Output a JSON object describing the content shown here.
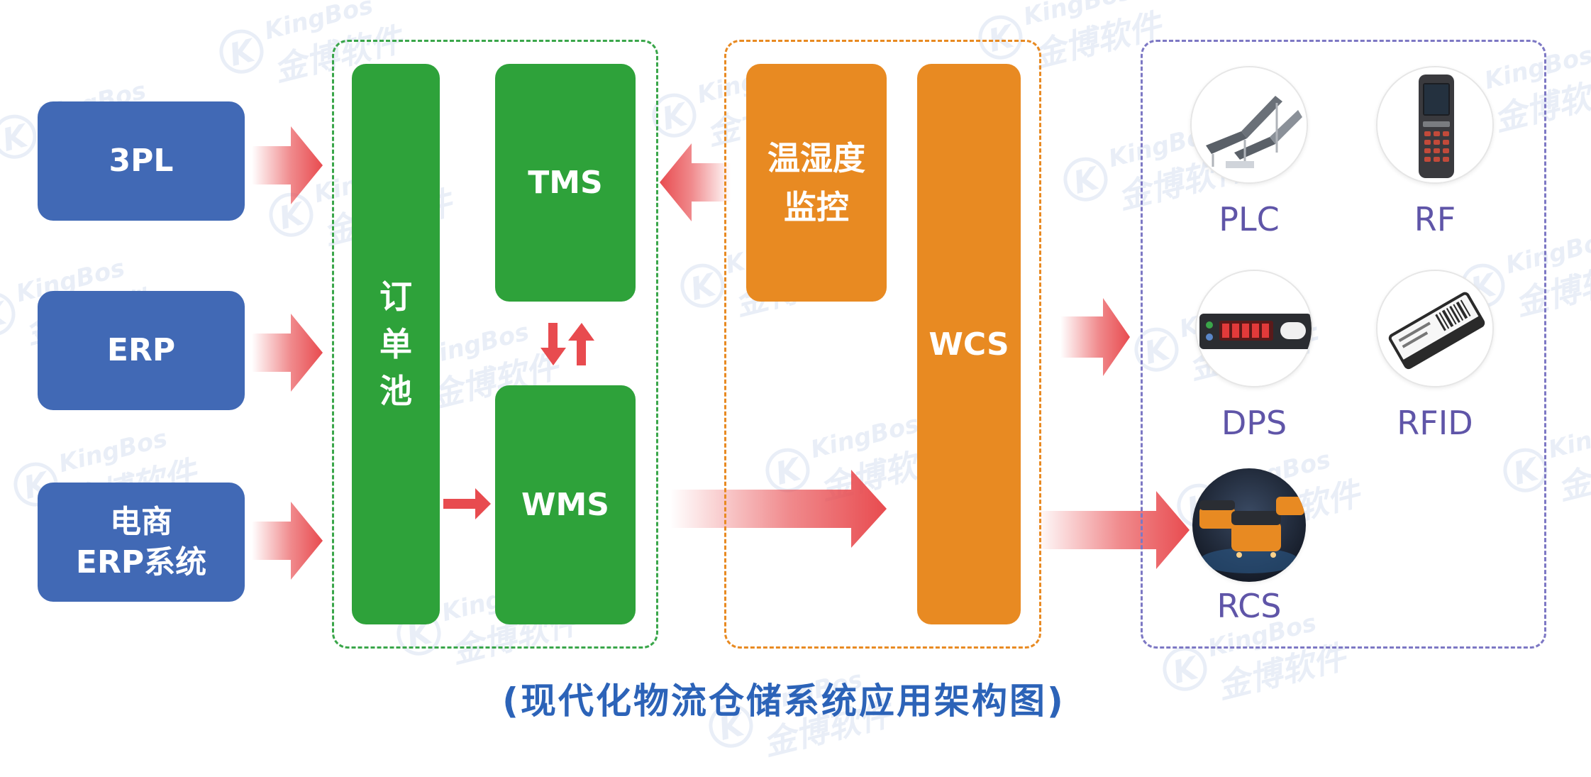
{
  "watermark": {
    "en": "KingBos",
    "cn": "金博软件",
    "k": "K"
  },
  "sources": [
    {
      "lines": [
        "3PL"
      ]
    },
    {
      "lines": [
        "ERP"
      ]
    },
    {
      "lines": [
        "电商",
        "ERP系统"
      ]
    }
  ],
  "core": {
    "order_pool": [
      "订",
      "单",
      "池"
    ],
    "tms": "TMS",
    "wms": "WMS"
  },
  "control": {
    "temp_humidity": [
      "温湿度",
      "监控"
    ],
    "wcs": "WCS"
  },
  "devices": [
    {
      "name": "PLC",
      "icon": "conveyor-icon"
    },
    {
      "name": "RF",
      "icon": "handheld-scanner-icon"
    },
    {
      "name": "DPS",
      "icon": "digital-display-icon"
    },
    {
      "name": "RFID",
      "icon": "rfid-tag-icon"
    },
    {
      "name": "RCS",
      "icon": "robot-icon"
    }
  ],
  "caption": "(现代化物流仓储系统应用架构图)",
  "colors": {
    "source_blue": "#4169b5",
    "green": "#2ea23a",
    "orange": "#e88a22",
    "arrow_red": "#e84b4f",
    "group_green": "#3aa64a",
    "group_orange": "#e88a22",
    "group_purple": "#7d78c4",
    "device_label": "#5f55a8",
    "caption": "#2c63b8"
  }
}
